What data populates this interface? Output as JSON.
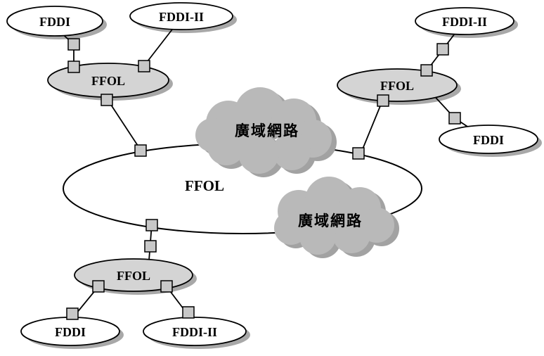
{
  "diagram": {
    "type": "network-topology",
    "backbone": {
      "label": "FFOL"
    },
    "wan_clouds": {
      "top": "廣域網路",
      "bottom": "廣域網路"
    },
    "subnets": {
      "top_left": {
        "hub": "FFOL",
        "leaf1": "FDDI",
        "leaf2": "FDDI-II"
      },
      "right": {
        "hub": "FFOL",
        "leaf1": "FDDI-II",
        "leaf2": "FDDI"
      },
      "bottom": {
        "hub": "FFOL",
        "leaf1": "FDDI",
        "leaf2": "FDDI-II"
      }
    },
    "colors": {
      "leaf_fill": "#ffffff",
      "hub_fill": "#d4d4d4",
      "cloud_fill": "#b9b9b9",
      "cloud_shadow": "#a2a2a2",
      "shadow": "#a8a8a8",
      "square_fill": "#c8c8c8",
      "line": "#000000"
    }
  }
}
